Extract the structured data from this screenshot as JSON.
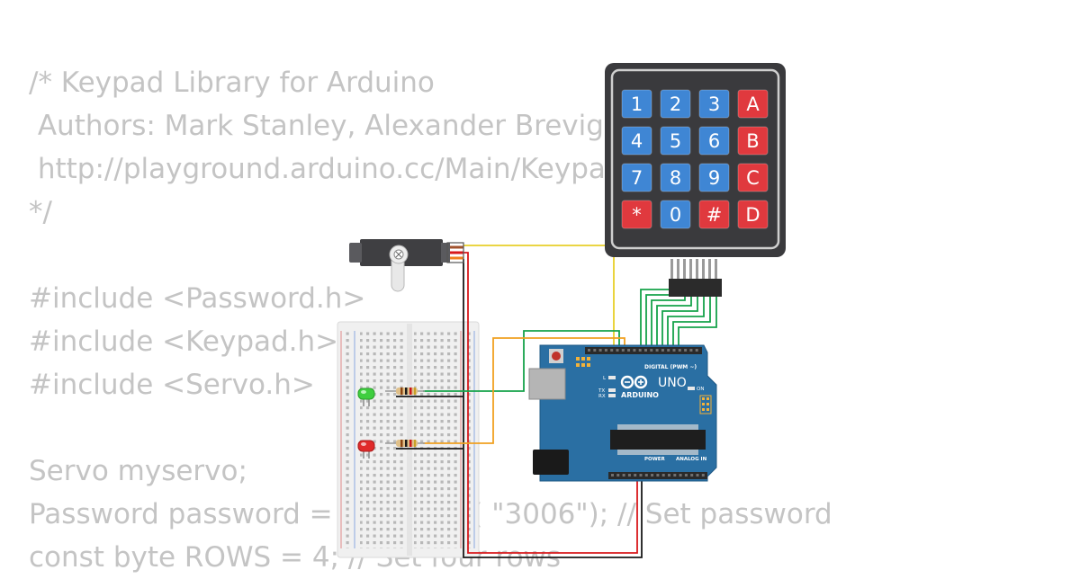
{
  "code_lines": [
    "/* Keypad Library for Arduino",
    " Authors: Mark Stanley, Alexander Brevig",
    " http://playground.arduino.cc/Main/Keypad",
    "*/",
    "",
    "#include <Password.h>",
    "#include <Keypad.h>",
    "#include <Servo.h>",
    "",
    "Servo myservo;",
    "Password password = Password( \"3006\"); // Set password",
    "const byte ROWS = 4; // Set four rows"
  ],
  "keypad": {
    "keys": [
      [
        "1",
        "2",
        "3",
        "A"
      ],
      [
        "4",
        "5",
        "6",
        "B"
      ],
      [
        "7",
        "8",
        "9",
        "C"
      ],
      [
        "*",
        "0",
        "#",
        "D"
      ]
    ],
    "colors": {
      "number": "#3f86d4",
      "special": "#e0393e",
      "body": "#3a3a3d"
    }
  },
  "arduino": {
    "brand": "ARDUINO",
    "model": "UNO",
    "digital_label": "DIGITAL (PWM ~)",
    "power_label": "POWER",
    "analog_label": "ANALOG IN",
    "tx_label": "TX",
    "rx_label": "RX",
    "l_label": "L",
    "on_label": "ON",
    "color": "#2a6fa3"
  },
  "wire_colors": {
    "green": "#15a24a",
    "yellow": "#e8cf2a",
    "orange": "#f0a020",
    "red": "#d8181b",
    "black": "#1a1a1a"
  }
}
